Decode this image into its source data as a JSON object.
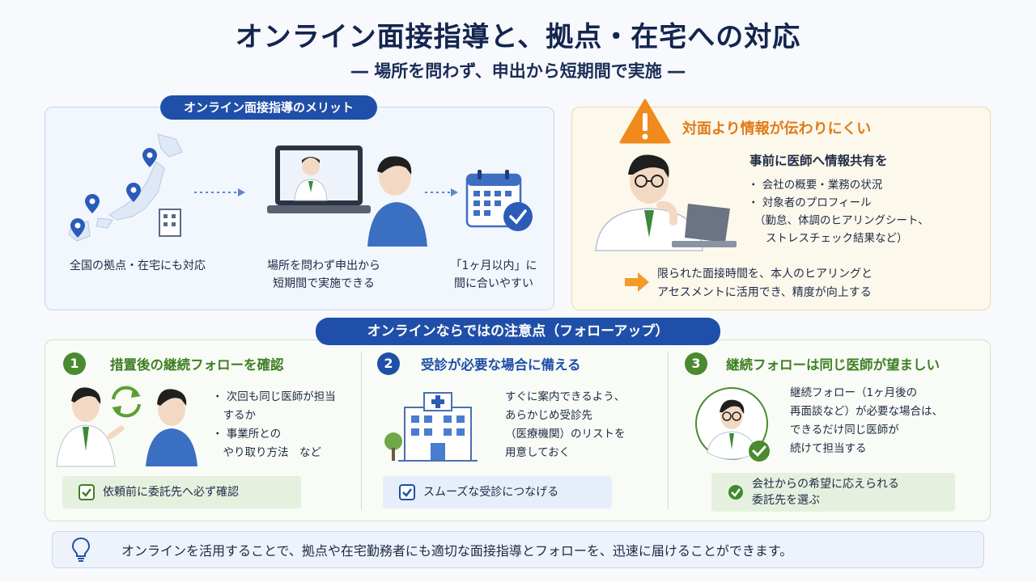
{
  "header": {
    "title": "オンライン面接指導と、拠点・在宅への対応",
    "subtitle": "― 場所を問わず、申出から短期間で実施 ―"
  },
  "merits": {
    "label": "オンライン面接指導のメリット",
    "items": [
      {
        "lines": [
          "全国の拠点・在宅にも対応"
        ]
      },
      {
        "lines": [
          "場所を問わず申出から",
          "短期間で実施できる"
        ]
      },
      {
        "lines": [
          "「1ヶ月以内」に",
          "間に合いやすい"
        ]
      }
    ]
  },
  "warning": {
    "title": "対面より情報が伝わりにくい",
    "lead": "事前に医師へ情報共有を",
    "bullets": [
      "・ 会社の概要・業務の状況",
      "・ 対象者のプロフィール"
    ],
    "sub_lines": [
      "（勤怠、体調のヒアリングシート、",
      "ストレスチェック結果など）"
    ],
    "result_lines": [
      "限られた面接時間を、本人のヒアリングと",
      "アセスメントに活用でき、精度が向上する"
    ]
  },
  "cautions": {
    "label": "オンラインならではの注意点（フォローアップ）",
    "columns": [
      {
        "number": "1",
        "title": "措置後の継続フォローを確認",
        "lines": [
          "・ 次回も同じ医師が担当",
          "　するか",
          "・ 事業所との",
          "　やり取り方法　など"
        ],
        "note": "依頼前に委託先へ必ず確認"
      },
      {
        "number": "2",
        "title": "受診が必要な場合に備える",
        "lines": [
          "すぐに案内できるよう、",
          "あらかじめ受診先",
          "（医療機関）のリストを",
          "用意しておく"
        ],
        "note": "スムーズな受診につなげる"
      },
      {
        "number": "3",
        "title": "継続フォローは同じ医師が望ましい",
        "lines": [
          "継続フォロー（1ヶ月後の",
          "再面談など）が必要な場合は、",
          "できるだけ同じ医師が",
          "続けて担当する"
        ],
        "note_lines": [
          "会社からの希望に応えられる",
          "委託先を選ぶ"
        ]
      }
    ]
  },
  "footer": {
    "text": "オンラインを活用することで、拠点や在宅勤務者にも適切な面接指導とフォローを、迅速に届けることができます。"
  },
  "colors": {
    "navy": "#13254f",
    "blue": "#1f4fa8",
    "green": "#4b8a2f",
    "orange": "#e07b18"
  },
  "icons": [
    "japan-map-icon",
    "map-pin-icon",
    "building-icon",
    "laptop-doctor-icon",
    "person-icon",
    "calendar-check-icon",
    "warning-icon",
    "doctor-thinking-icon",
    "arrow-right-icon",
    "cycle-arrows-icon",
    "hospital-icon",
    "doctor-portrait-icon",
    "check-icon",
    "lightbulb-icon"
  ]
}
